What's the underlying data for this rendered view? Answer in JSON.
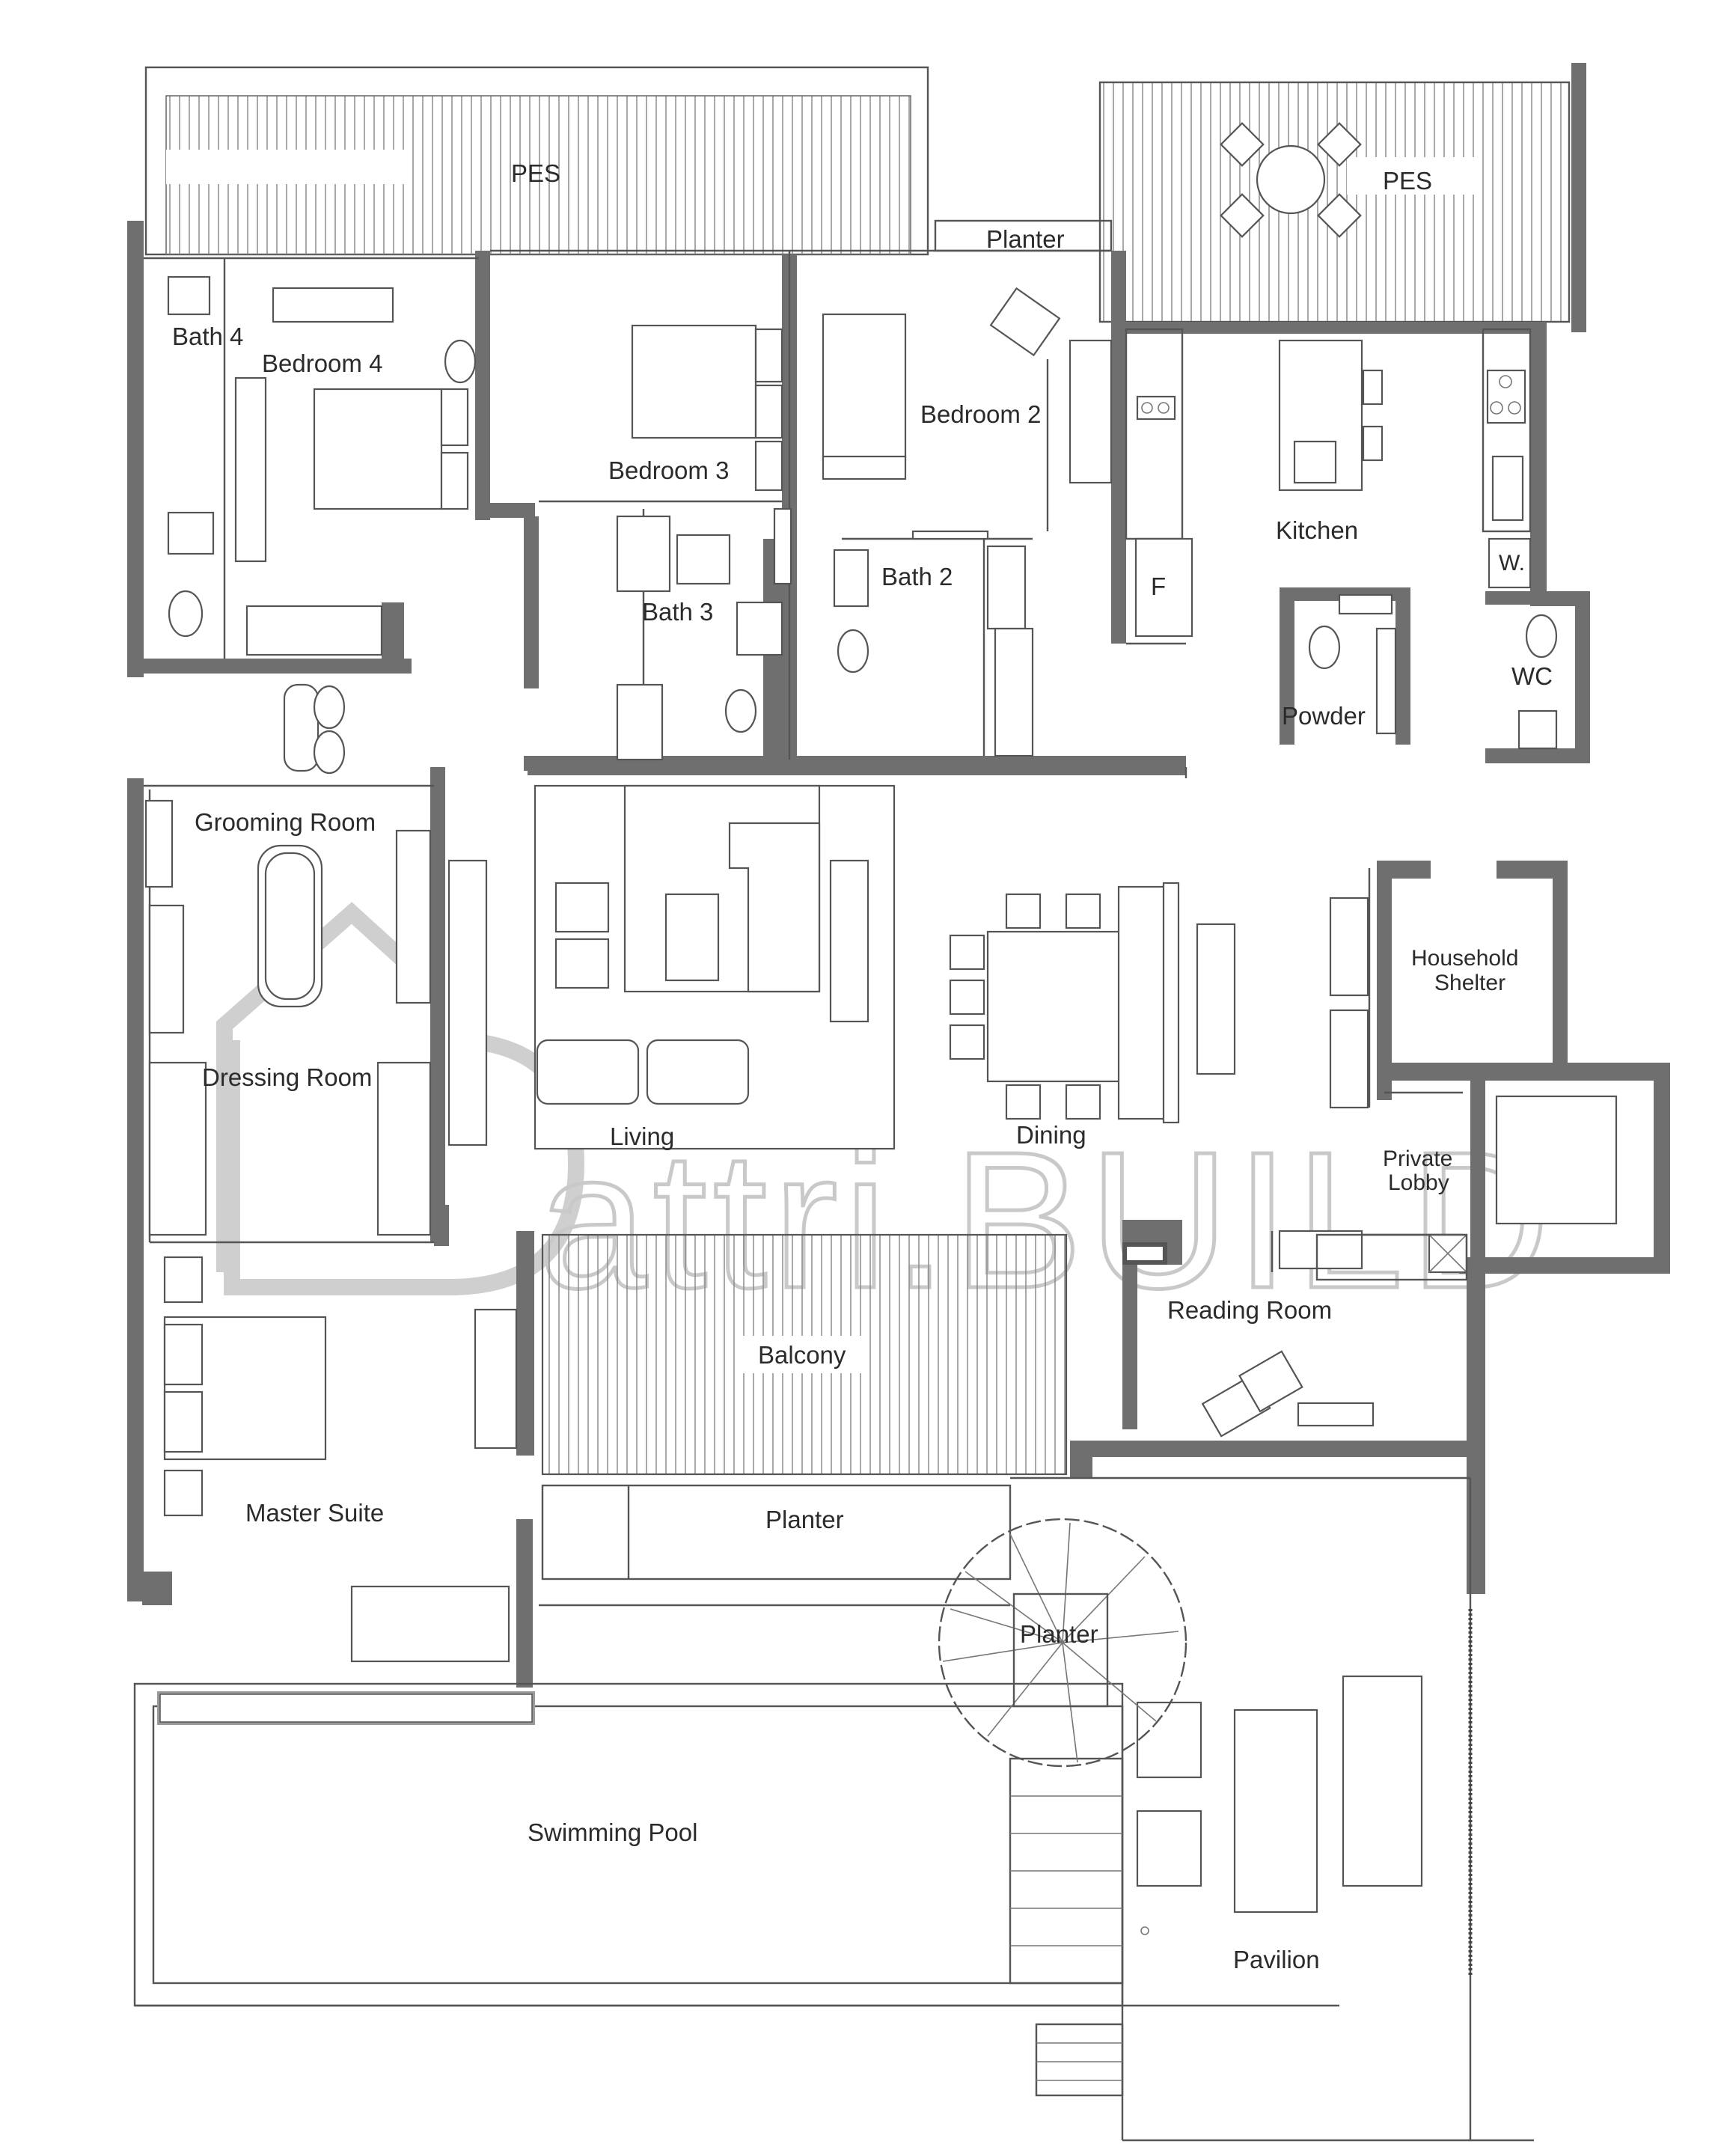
{
  "rooms": {
    "pes_left": "PES",
    "pes_right": "PES",
    "planter_top": "Planter",
    "bath4": "Bath 4",
    "bedroom4": "Bedroom 4",
    "bedroom3": "Bedroom 3",
    "bath3": "Bath 3",
    "bedroom2": "Bedroom 2",
    "bath2": "Bath 2",
    "kitchen": "Kitchen",
    "fridge": "F",
    "washer": "W.",
    "wc": "WC",
    "powder": "Powder",
    "grooming": "Grooming Room",
    "dressing": "Dressing Room",
    "household_1": "Household",
    "household_2": "Shelter",
    "living": "Living",
    "dining": "Dining",
    "private_1": "Private",
    "private_2": "Lobby",
    "reading": "Reading Room",
    "balcony": "Balcony",
    "master": "Master Suite",
    "planter_mid": "Planter",
    "planter_tree": "Planter",
    "pool": "Swimming Pool",
    "pavilion": "Pavilion"
  },
  "watermark": "attri.BUILD"
}
